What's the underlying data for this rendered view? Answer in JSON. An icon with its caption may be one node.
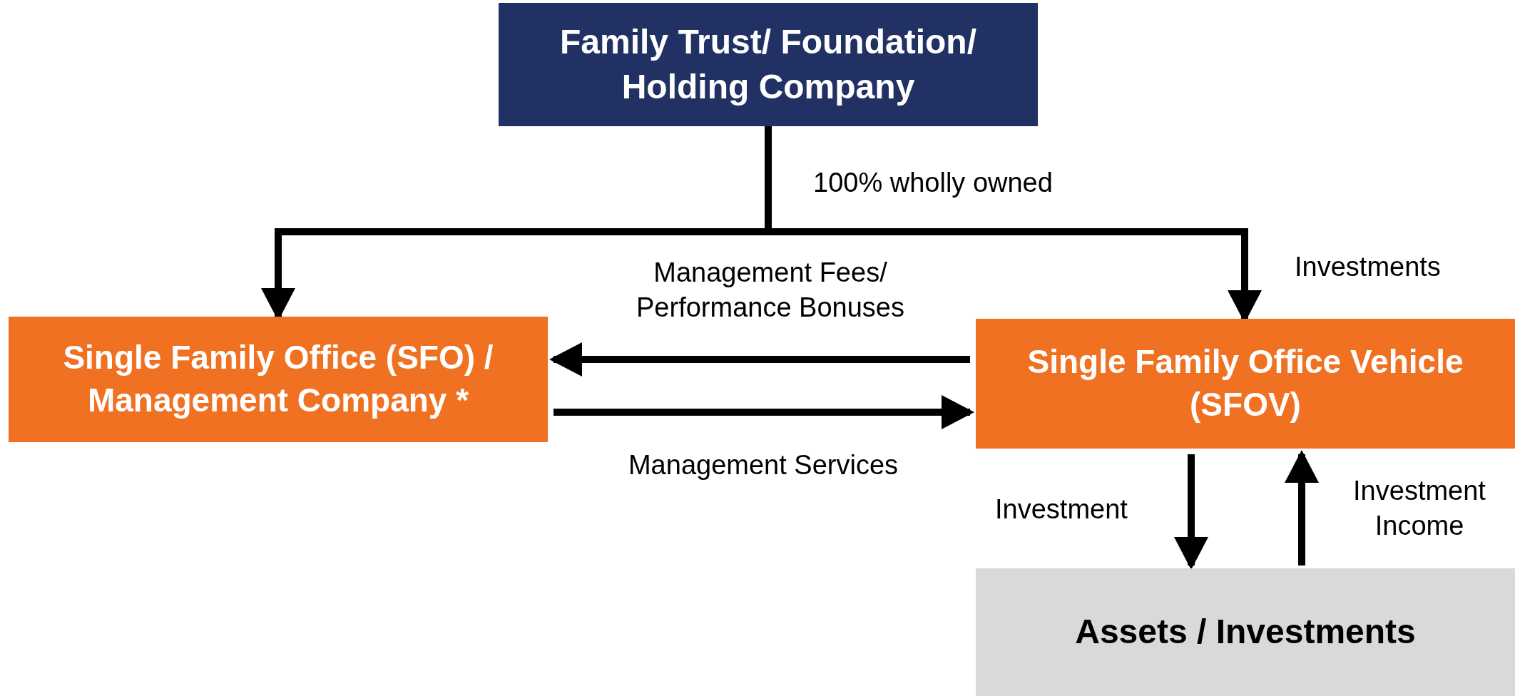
{
  "diagram": {
    "nodes": [
      {
        "text": [
          "Family Trust/ Foundation/ Holding Company"
        ]
      },
      {
        "text": [
          "Single Family Office (SFO) / Management Company *"
        ]
      },
      {
        "text": [
          "Single Family Office Vehicle (SFOV)"
        ]
      },
      {
        "text": [
          "Assets / Investments"
        ]
      }
    ],
    "edges": [
      {
        "from": 0,
        "to": 1,
        "arrow": "to"
      },
      {
        "from": 0,
        "to": 2,
        "arrow": "to",
        "label": "Investments"
      },
      {
        "from": 2,
        "to": 1,
        "arrow": "to",
        "label": "Management Fees/ Performance Bonuses"
      },
      {
        "from": 1,
        "to": 2,
        "arrow": "to",
        "label": "Management Services"
      },
      {
        "from": 2,
        "to": 3,
        "arrow": "to",
        "label": "Investment"
      },
      {
        "from": 3,
        "to": 2,
        "arrow": "to",
        "label": "Investment Income"
      }
    ],
    "labels": [
      "100% wholly owned"
    ]
  }
}
